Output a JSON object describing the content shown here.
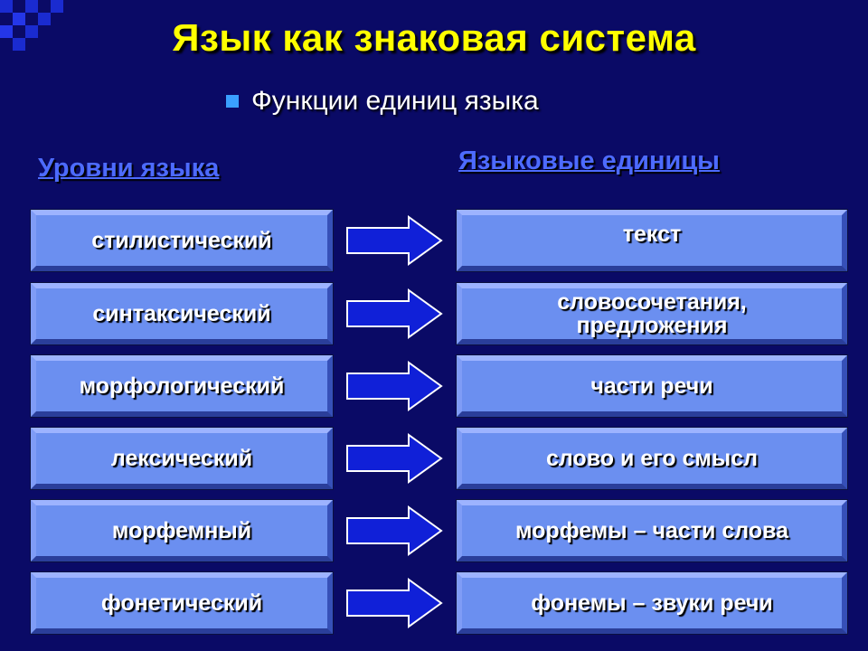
{
  "title": "Язык как знаковая система",
  "subtitle": "Функции единиц языка",
  "left_header": "Уровни языка",
  "right_header": "Языковые единицы",
  "rows": [
    {
      "level": "стилистический",
      "unit": "текст"
    },
    {
      "level": "синтаксический",
      "unit": "словосочетания, предложения"
    },
    {
      "level": "морфологический",
      "unit": "части речи"
    },
    {
      "level": "лексический",
      "unit": "слово и его смысл"
    },
    {
      "level": "морфемный",
      "unit": "морфемы – части слова"
    },
    {
      "level": "фонетический",
      "unit": "фонемы – звуки речи"
    }
  ],
  "colors": {
    "background": "#0a0a66",
    "title": "#ffff00",
    "header": "#4d6bff",
    "box": "#6b8ff0",
    "arrow": "#1020d8"
  },
  "icons": {
    "bullet": "square-bullet-icon",
    "arrow": "right-arrow-icon"
  }
}
